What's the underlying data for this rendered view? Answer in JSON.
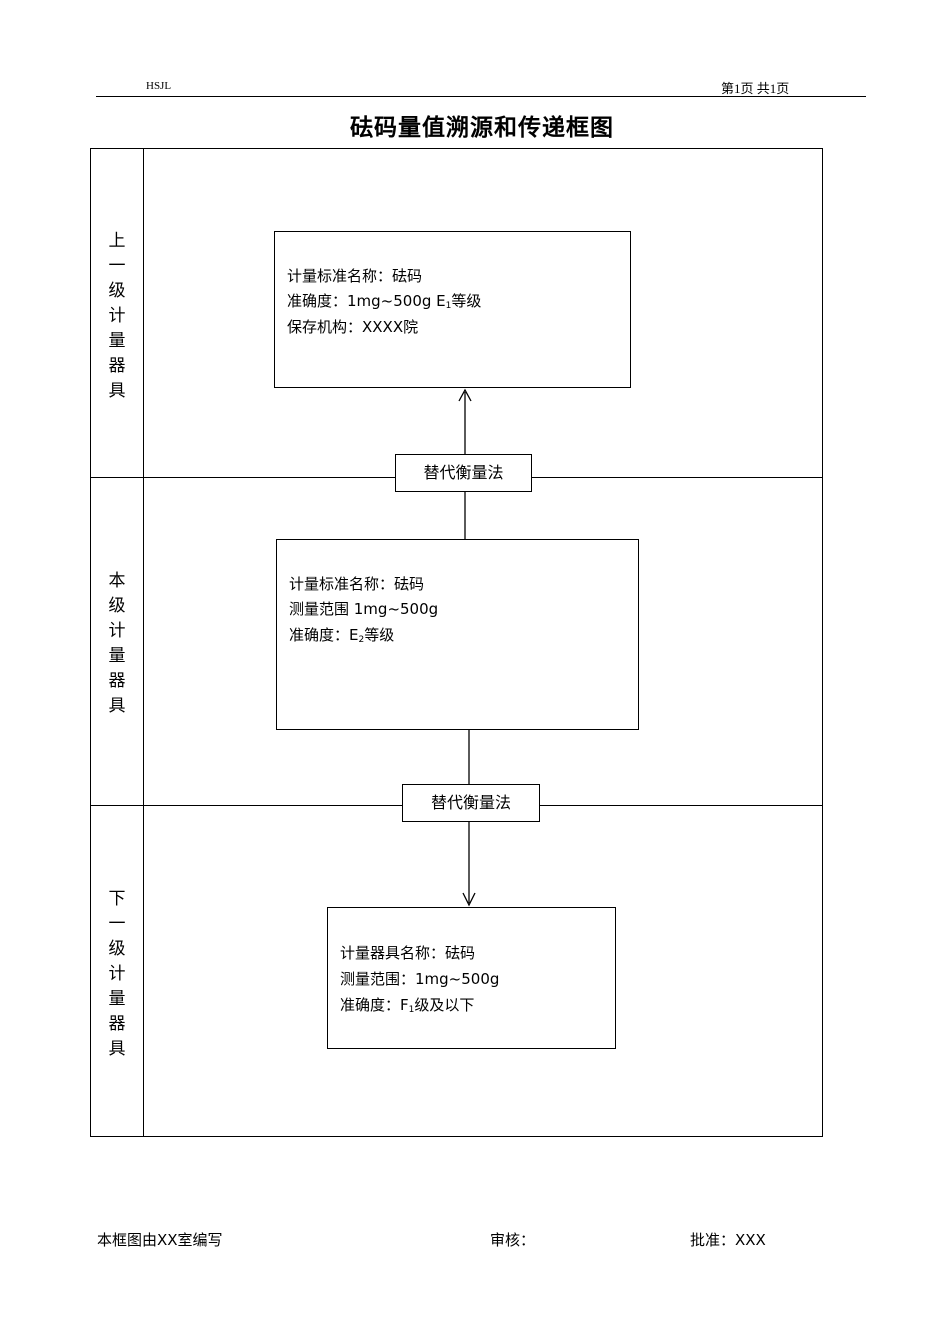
{
  "header": {
    "left_code": "HSJL",
    "page_info": "第1页 共1页"
  },
  "title": "砝码量值溯源和传递框图",
  "levels": [
    {
      "label": "上一级计量器具"
    },
    {
      "label": "本级计量器具"
    },
    {
      "label": "下一级计量器具"
    }
  ],
  "boxes": {
    "upper": {
      "line1": "计量标准名称：砝码",
      "line2_prefix": "准确度：1mg~500g  E",
      "line2_sub": "1",
      "line2_suffix": "等级",
      "line3": "保存机构：XXXX院"
    },
    "current": {
      "line1": "计量标准名称：砝码",
      "line2": "测量范围 1mg~500g",
      "line3_prefix": "准确度：E",
      "line3_sub": "2",
      "line3_suffix": "等级"
    },
    "lower": {
      "line1": "计量器具名称：砝码",
      "line2": "测量范围：1mg~500g",
      "line3_prefix": "准确度：F",
      "line3_sub": "1",
      "line3_suffix": "级及以下"
    }
  },
  "methods": {
    "upper": "替代衡量法",
    "lower": "替代衡量法"
  },
  "footer": {
    "compiled_by": "本框图由XX室编写",
    "reviewed": "审核：",
    "approved": "批准：XXX"
  }
}
